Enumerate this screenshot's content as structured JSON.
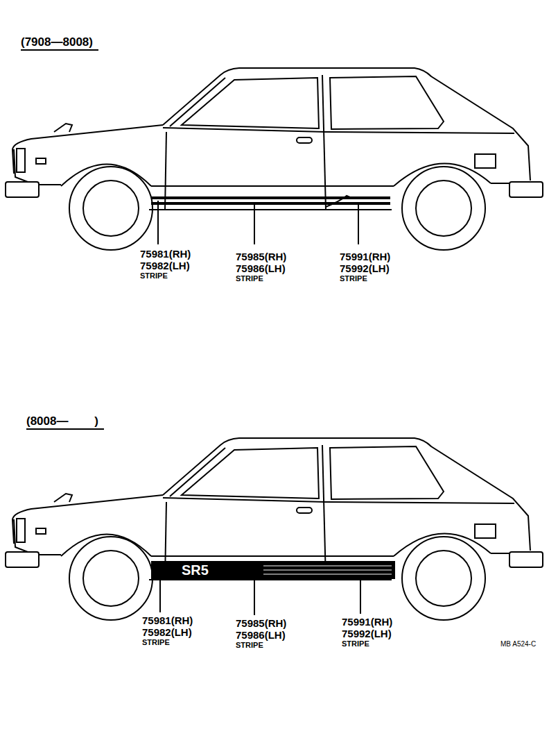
{
  "diagram": {
    "labels": [
      "(7908—8008)",
      "75981(RH)",
      "75982(LH)",
      "STRIPE",
      "75985(RH)",
      "75986(LH)",
      "STRIPE",
      "75991(RH)",
      "75992(LH)",
      "STRIPE",
      "(8008—        )",
      "SR5",
      "75981(RH)",
      "75982(LH)",
      "STRIPE",
      "75985(RH)",
      "75986(LH)",
      "STRIPE",
      "75991(RH)",
      "75992(LH)",
      "STRIPE",
      "MB A524-C"
    ]
  }
}
